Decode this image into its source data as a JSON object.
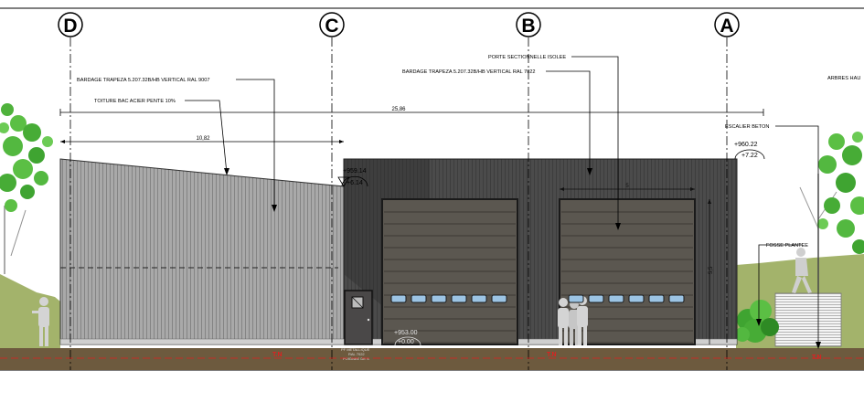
{
  "axes": [
    {
      "label": "D"
    },
    {
      "label": "C"
    },
    {
      "label": "B"
    },
    {
      "label": "A"
    }
  ],
  "annotations": {
    "porte": "PORTE SECTIONNELLE ISOLEE",
    "bardage_left": "BARDAGE TRAPEZA 5.207.32B/HB VERTICAL RAL 9007",
    "bardage_right": "BARDAGE TRAPEZA 5.207.32B/HB VERTICAL RAL 7022",
    "toiture": "TOITURE BAC ACIER PENTE 10%",
    "arbres": "ARBRES HAU",
    "escalier": "ESCALIER BETON",
    "fosse": "FOSSE PLANTEE",
    "door_note_1": "PF METALLIQUE",
    "door_note_2": "RAL 7022",
    "door_note_3": "POIGNEE DE S"
  },
  "dimensions": {
    "total": "25,86",
    "left": "10,82",
    "door_width": "5",
    "door_height": "5,5"
  },
  "levels": {
    "c_ngf": "+959.14",
    "c_rel": "+6.14",
    "a_ngf": "+960.22",
    "a_rel": "+7.22",
    "floor_ngf": "+953.00",
    "floor_rel": "+0.00"
  },
  "ground": {
    "tn_1": "T.N",
    "tn_2": "T.N",
    "tn_3": "T.N"
  },
  "colors": {
    "cladding_light": "#a8a8a8",
    "cladding_dark": "#4a4a4a",
    "door": "#5b5750",
    "window": "#9cc4e4",
    "ground": "#6e5a3c",
    "grass": "#a0b06a",
    "tree": "#46b03a",
    "tn": "#e02020"
  }
}
